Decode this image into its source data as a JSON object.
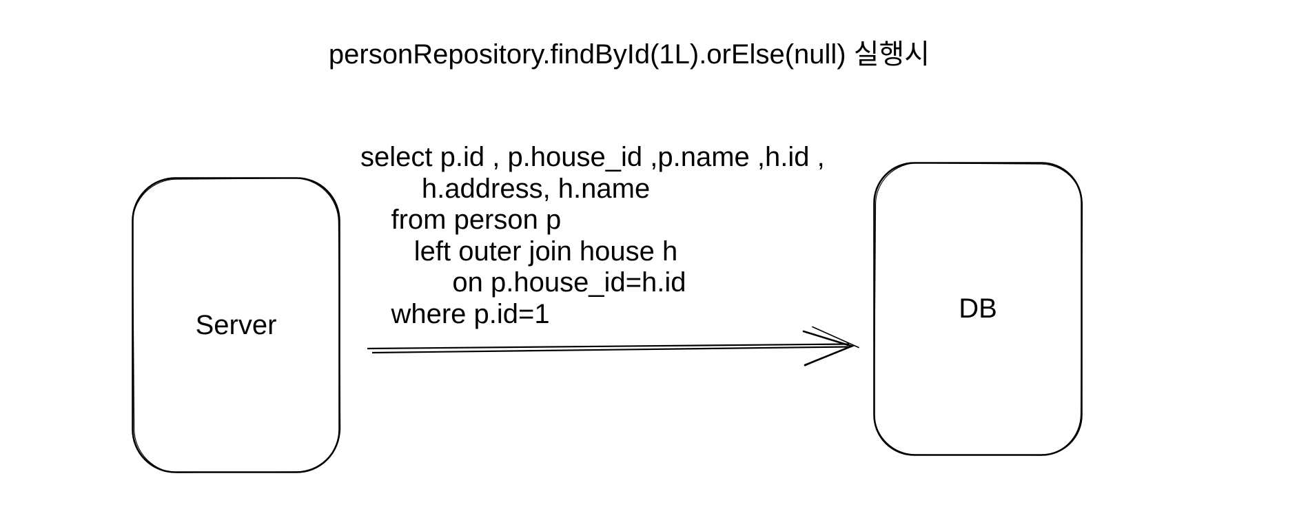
{
  "title": "personRepository.findById(1L).orElse(null) 실행시",
  "sql": {
    "lines": [
      "select p.id , p.house_id ,p.name ,h.id ,",
      "        h.address, h.name",
      "    from person p",
      "       left outer join house h",
      "            on p.house_id=h.id",
      "    where p.id=1"
    ]
  },
  "nodes": {
    "server": {
      "label": "Server"
    },
    "db": {
      "label": "DB"
    }
  },
  "edge": {
    "from": "Server",
    "to": "DB",
    "direction": "right",
    "style": "hand-drawn double line with open arrowhead"
  },
  "colors": {
    "background": "#ffffff",
    "stroke": "#000000",
    "text": "#000000"
  }
}
